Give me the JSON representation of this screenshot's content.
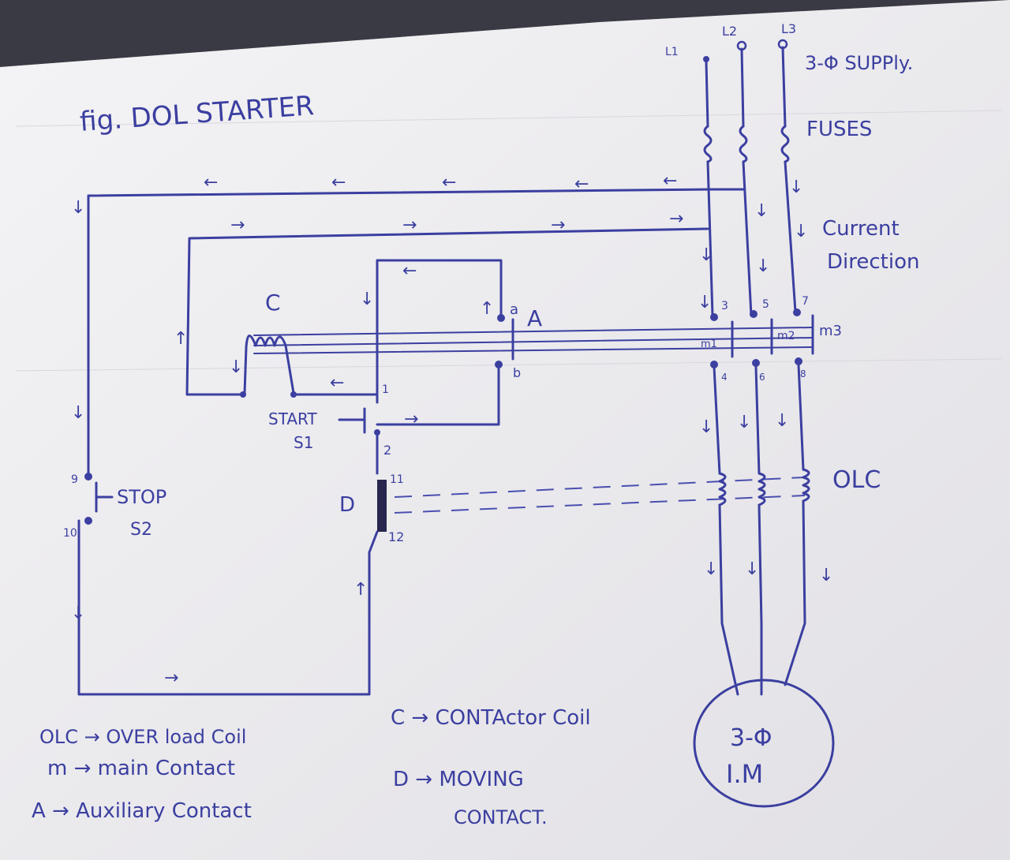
{
  "title": "fig. DOL STARTER",
  "supply": {
    "l1": "L1",
    "l2": "L2",
    "l3": "L3",
    "label": "3-Φ SUPPly."
  },
  "fuses_label": "FUSES",
  "current_direction": {
    "line1": "Current",
    "line2": "Direction"
  },
  "coil_label": "C",
  "aux": {
    "label": "A",
    "a": "a",
    "b": "b"
  },
  "start": {
    "label": "START",
    "sub": "S1",
    "t1": "1",
    "t2": "2"
  },
  "stop": {
    "label": "STOP",
    "sub": "S2",
    "t9": "9",
    "t10": "10"
  },
  "moving": {
    "label": "D",
    "t11": "11",
    "t12": "12"
  },
  "main_contacts": {
    "m1": "m1",
    "m2": "m2",
    "m3": "m3",
    "t3": "3",
    "t4": "4",
    "t5": "5",
    "t6": "6",
    "t7": "7",
    "t8": "8"
  },
  "olc_label": "OLC",
  "motor": {
    "line1": "3-Φ",
    "line2": "I.M"
  },
  "legend": [
    "OLC → OVER load Coil",
    "m → main Contact",
    "A → Auxiliary Contact",
    "C → CONTActor Coil",
    "D → MOVING",
    "CONTACT."
  ]
}
